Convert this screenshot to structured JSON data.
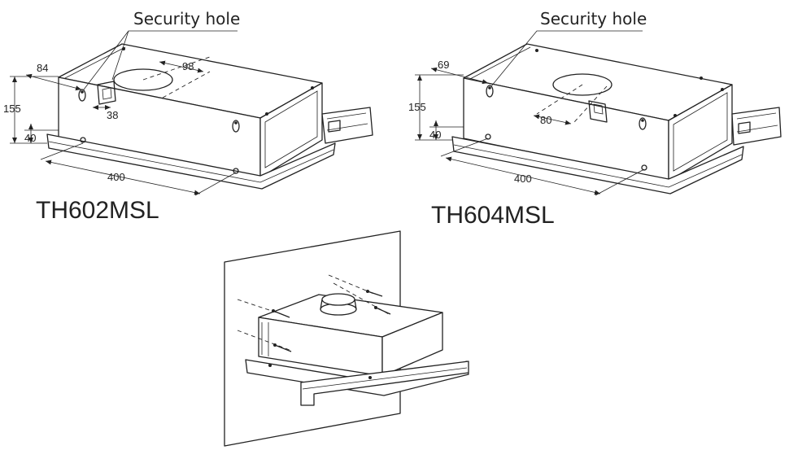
{
  "left_diagram": {
    "callout": "Security hole",
    "model": "TH602MSL",
    "dims": {
      "d84": "84",
      "d98": "98",
      "d155": "155",
      "d38": "38",
      "d40": "40",
      "d400": "400"
    }
  },
  "right_diagram": {
    "callout": "Security hole",
    "model": "TH604MSL",
    "dims": {
      "d69": "69",
      "d155": "155",
      "d80": "80",
      "d40": "40",
      "d400": "400"
    }
  }
}
